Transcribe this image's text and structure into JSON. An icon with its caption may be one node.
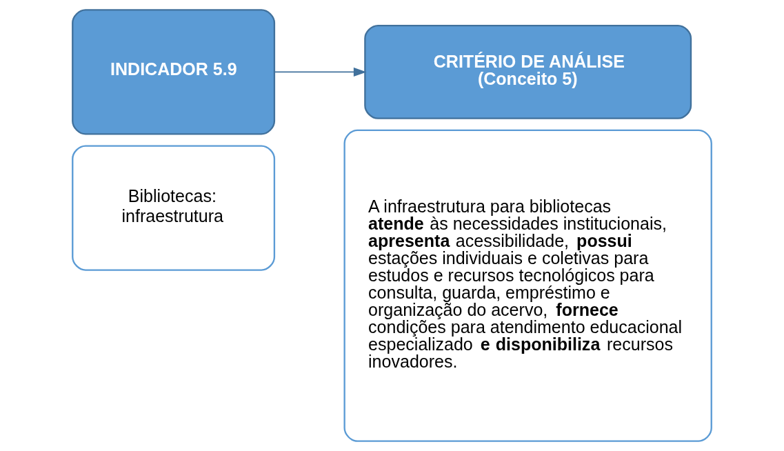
{
  "diagram": {
    "nodes": [
      {
        "text": [
          "INDICADOR 5.9"
        ]
      },
      {
        "text": [
          "Bibliotecas: infraestrutura"
        ]
      },
      {
        "text": [
          "CRITÉRIO DE ANÁLISE (Conceito 5)"
        ]
      },
      {
        "text": [
          "A infraestrutura para bibliotecas **atende** às necessidades institucionais, **apresenta** acessibilidade, **possui** estações individuais e coletivas para estudos e recursos tecnológicos para consulta, guarda, empréstimo e organização do acervo, **fornece** condições para atendimento educacional especializado **e disponibiliza** recursos inovadores."
        ]
      }
    ],
    "edges": [
      {
        "from": 0,
        "to": 2,
        "arrow": "to"
      }
    ]
  }
}
